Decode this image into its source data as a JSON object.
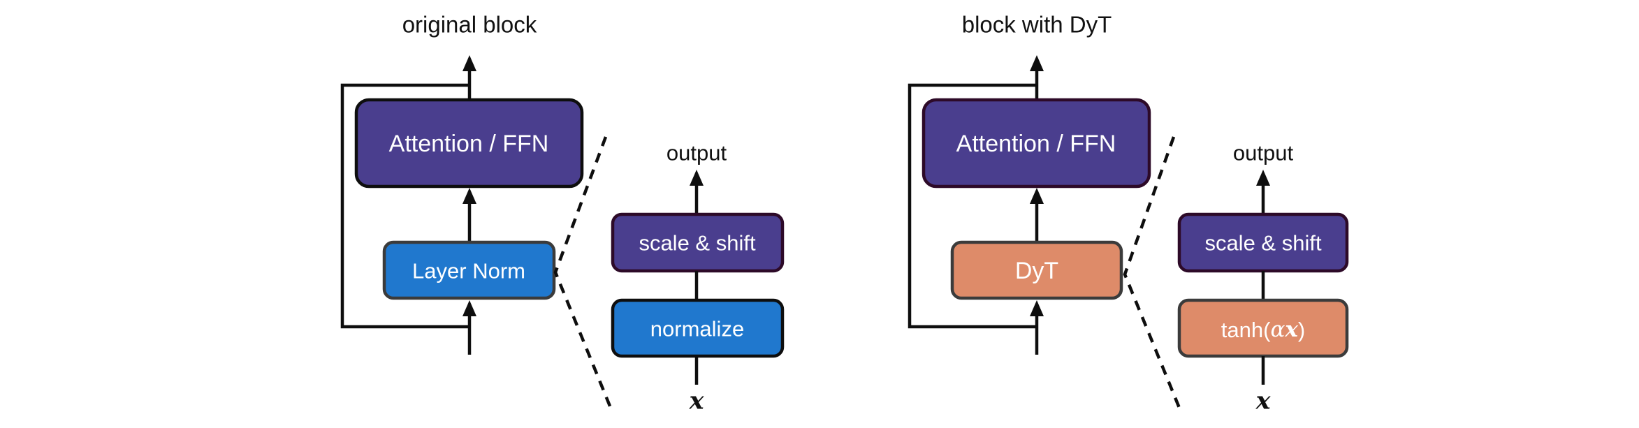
{
  "left_block": {
    "title": "original block",
    "attention_label": "Attention / FFN",
    "norm_label": "Layer Norm"
  },
  "left_zoom": {
    "output_label": "output",
    "scale_shift_label": "scale & shift",
    "normalize_label": "normalize",
    "input_var": "x"
  },
  "right_block": {
    "title": "block with DyT",
    "attention_label": "Attention / FFN",
    "norm_label": "DyT"
  },
  "right_zoom": {
    "output_label": "output",
    "scale_shift_label": "scale & shift",
    "activation_prefix": "tanh(",
    "activation_alpha": "α",
    "activation_var": "x",
    "activation_suffix": ")",
    "input_var": "x"
  },
  "colors": {
    "attention_fill": "#4a3e8e",
    "norm_blue_fill": "#2078ce",
    "dyt_salmon_fill": "#de8b69",
    "black_border": "#0e0e0e",
    "maroon_border": "#2d0a28",
    "gray_border": "#3b3b3b",
    "label_text": "#ffffff",
    "background": "#ffffff"
  }
}
